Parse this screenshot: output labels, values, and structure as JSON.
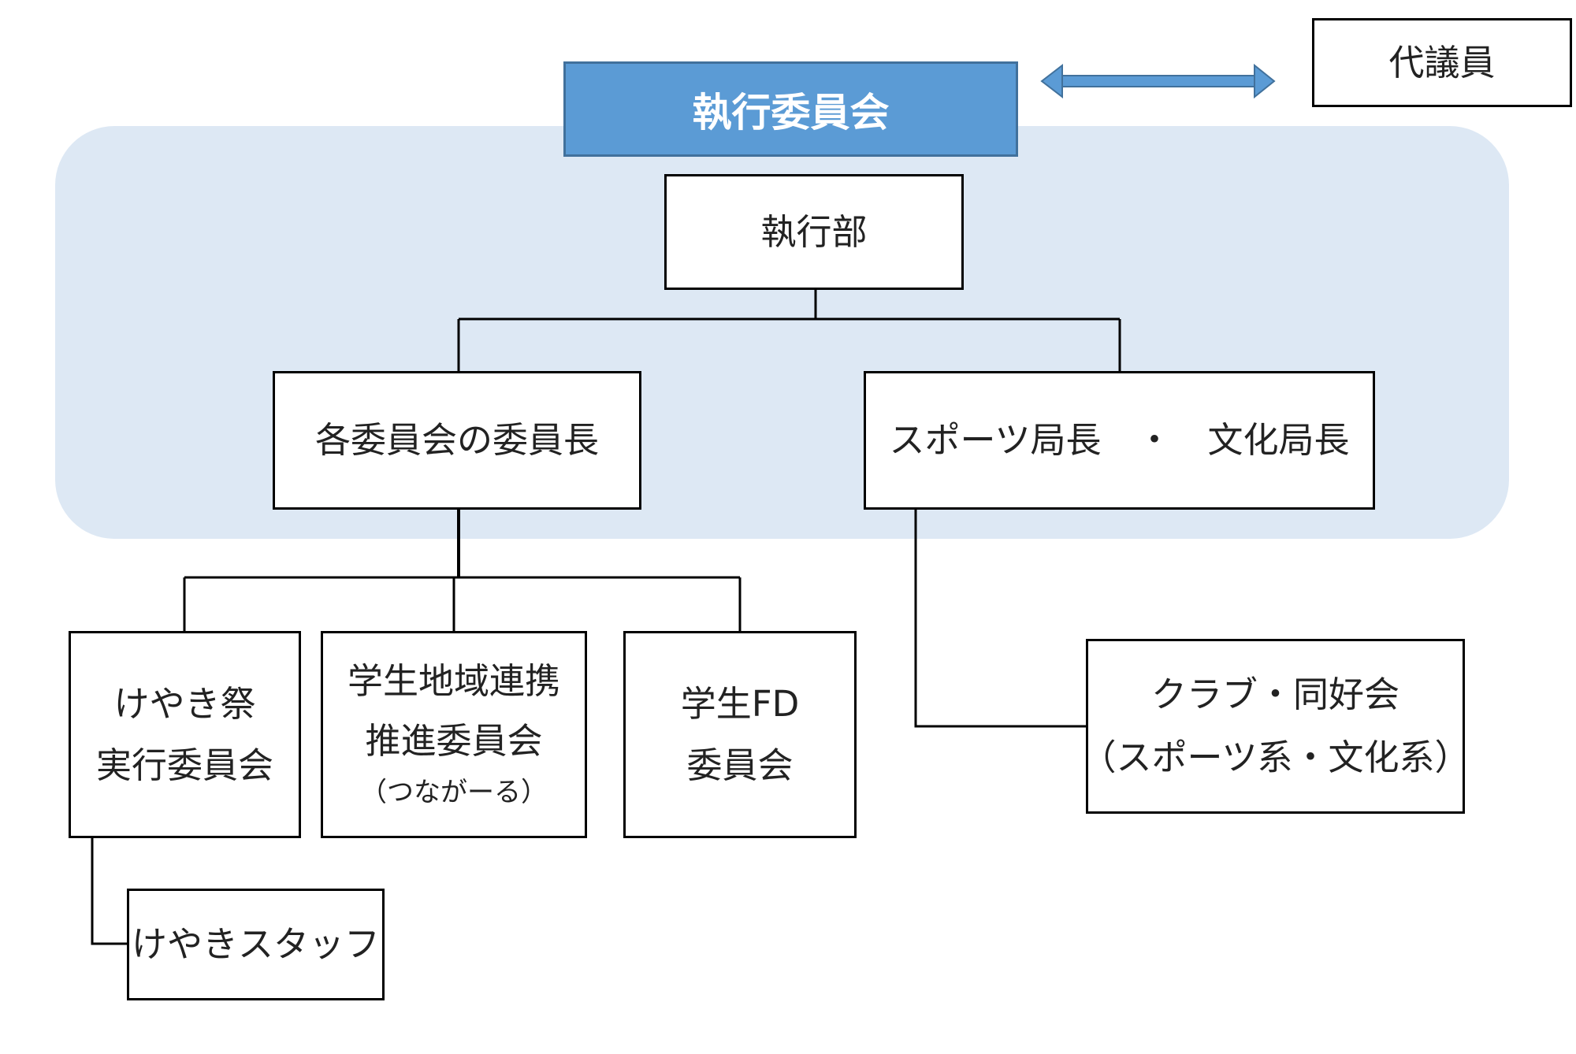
{
  "diagram": {
    "executive_committee": "執行委員会",
    "delegates": "代議員",
    "executive_department": "執行部",
    "committee_chairs": "各委員会の委員長",
    "bureau_chiefs": "スポーツ局長　・　文化局長",
    "keyaki_festival": [
      "けやき祭",
      "実行委員会"
    ],
    "regional_committee": [
      "学生地域連携",
      "推進委員会",
      "（つながーる）"
    ],
    "fd_committee": [
      "学生FD",
      "委員会"
    ],
    "clubs": [
      "クラブ・同好会",
      "（スポーツ系・文化系）"
    ],
    "keyaki_staff": "けやきスタッフ"
  },
  "colors": {
    "region_fill": "#dde8f4",
    "header_fill": "#5b9bd5",
    "header_border": "#41719c",
    "arrow": "#5b9bd5"
  }
}
